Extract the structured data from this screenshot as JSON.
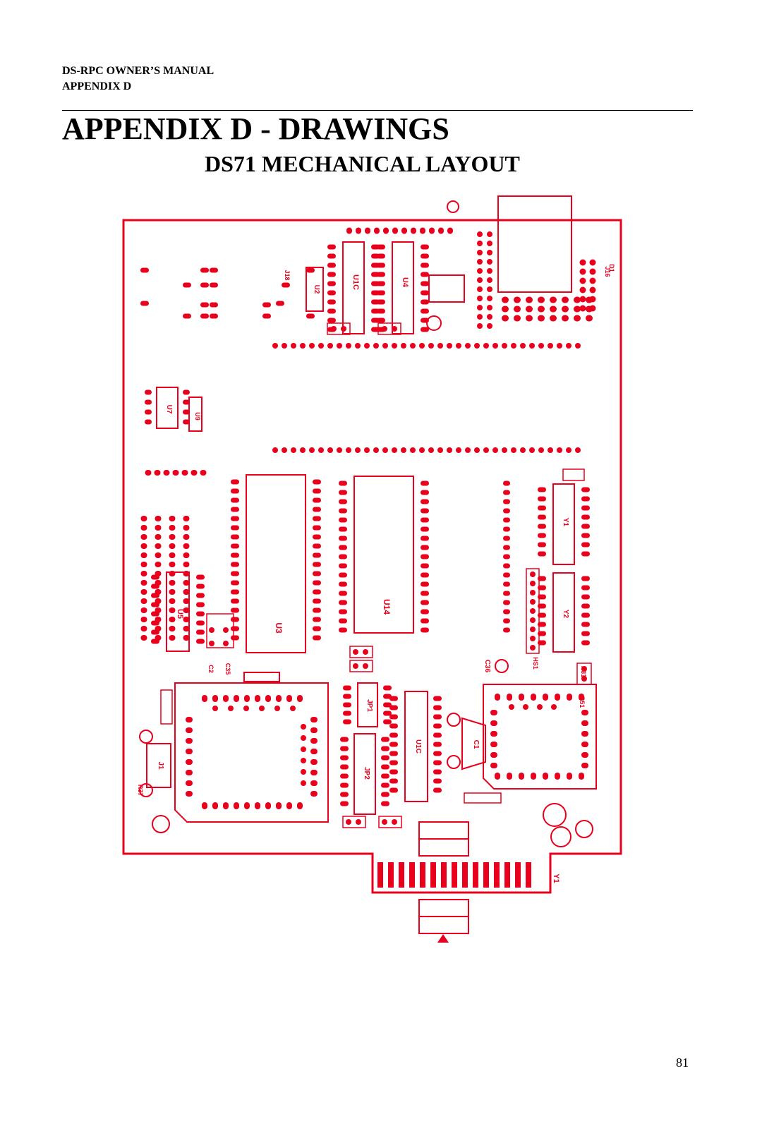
{
  "header": {
    "line1": "DS-RPC OWNER’S MANUAL",
    "line2": "APPENDIX D"
  },
  "title": "APPENDIX D - DRAWINGS",
  "subtitle": "DS71 MECHANICAL LAYOUT",
  "page_number": "81",
  "drawing": {
    "color": "#e8001c",
    "silkscreen_labels": [
      "U1C",
      "U4",
      "U2",
      "U7",
      "U9",
      "U3",
      "U14",
      "U5",
      "Y1",
      "Y2",
      "J1",
      "JP1",
      "JP2",
      "C1",
      "C2",
      "C35",
      "C36",
      "R37",
      "R31",
      "R51",
      "D1",
      "J18",
      "J16",
      "HS1"
    ]
  }
}
